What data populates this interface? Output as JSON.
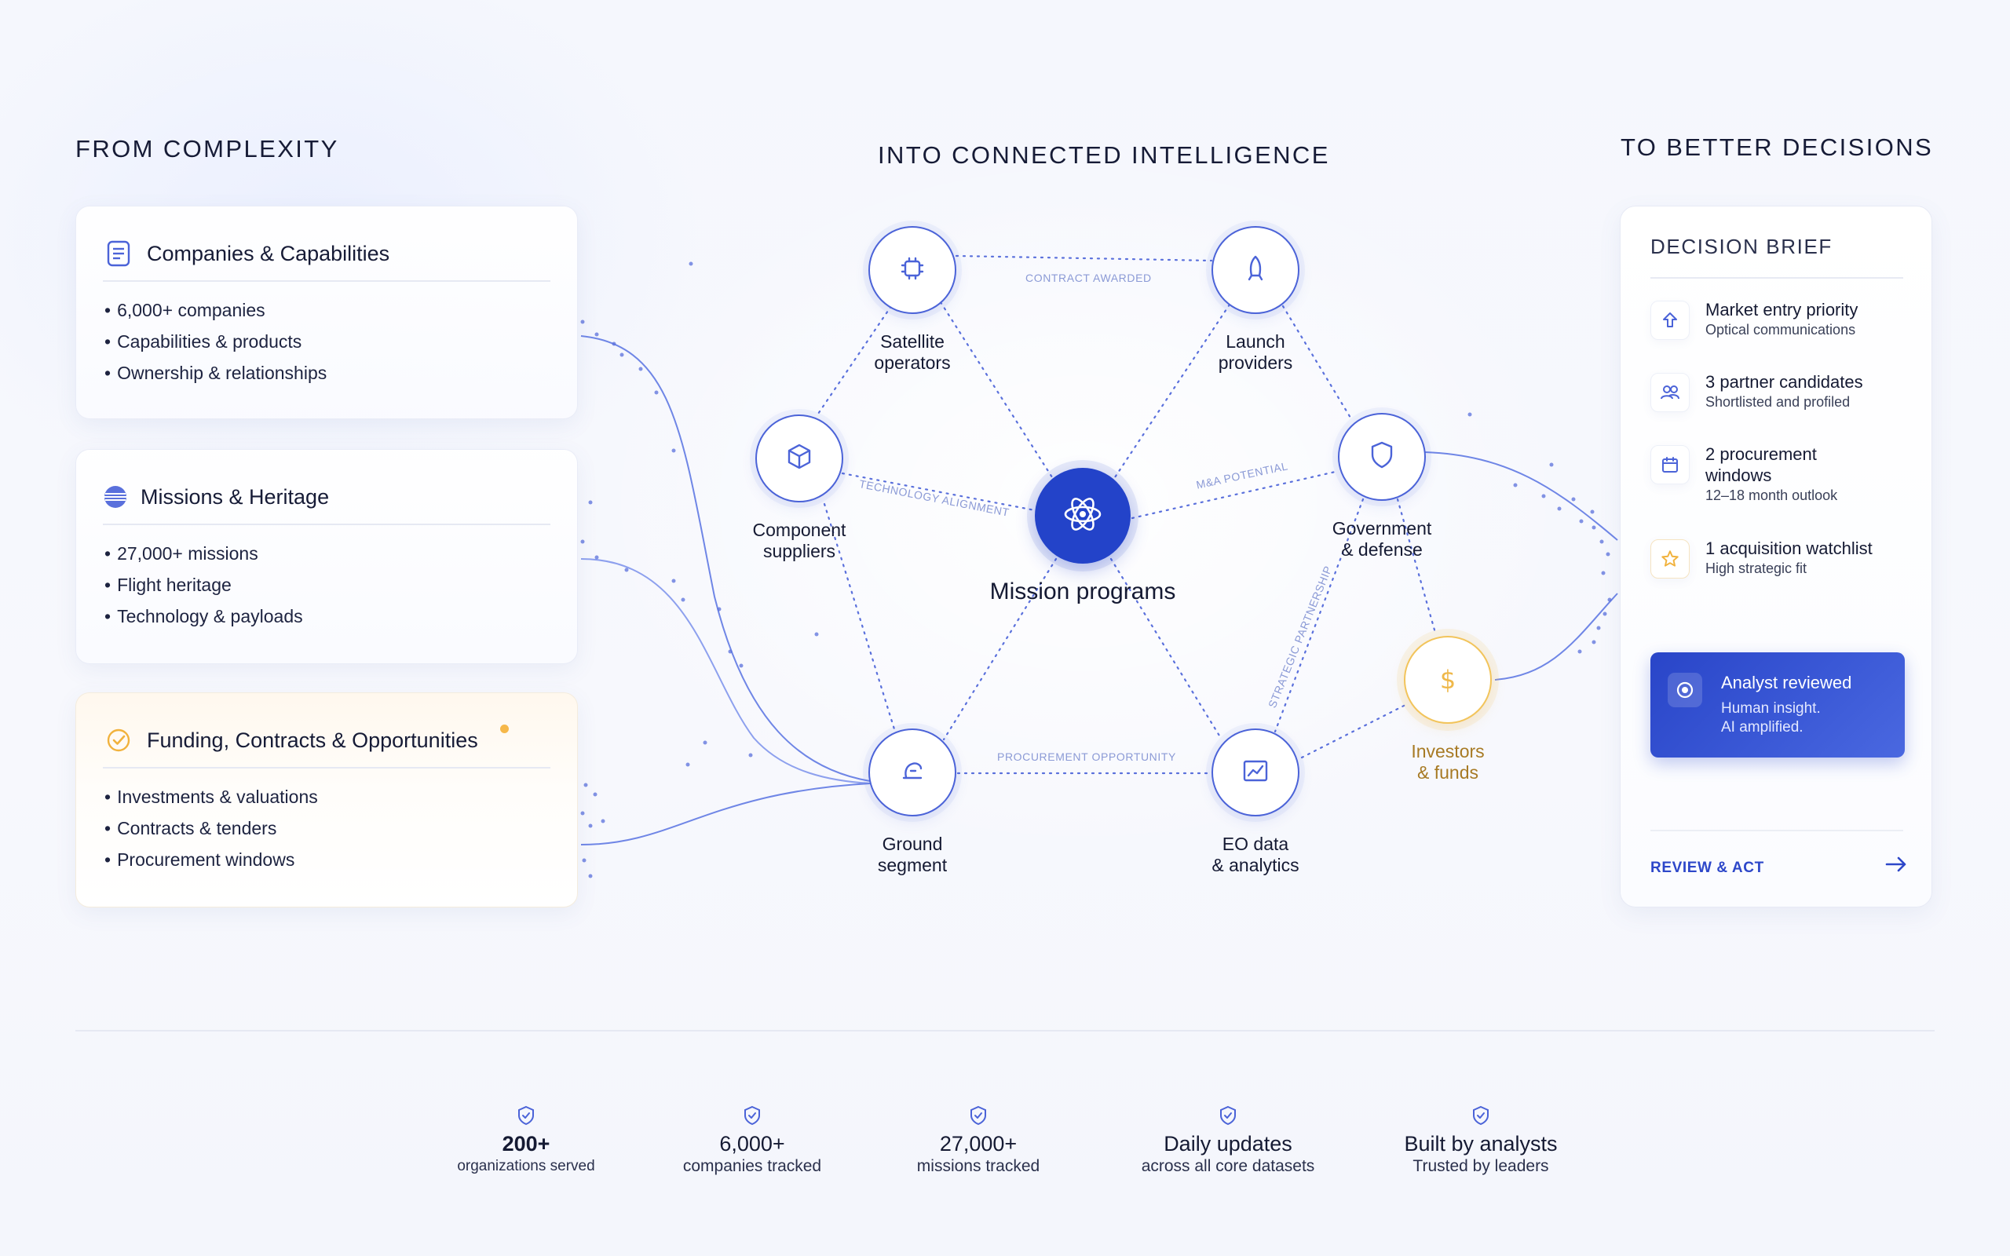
{
  "headings": {
    "left": "FROM COMPLEXITY",
    "center": "INTO CONNECTED INTELLIGENCE",
    "right": "TO BETTER DECISIONS"
  },
  "sources": [
    {
      "title": "Companies & Capabilities",
      "icon": "document-list-icon",
      "bullets": [
        "6,000+ companies",
        "Capabilities & products",
        "Ownership & relationships"
      ]
    },
    {
      "title": "Missions & Heritage",
      "icon": "globe-icon",
      "bullets": [
        "27,000+ missions",
        "Flight heritage",
        "Technology & payloads"
      ]
    },
    {
      "title": "Funding, Contracts & Opportunities",
      "icon": "check-circle-icon",
      "bullets": [
        "Investments & valuations",
        "Contracts & tenders",
        "Procurement windows"
      ]
    }
  ],
  "graph": {
    "center": {
      "label": "Mission programs",
      "icon": "atom-icon"
    },
    "nodes": {
      "satellite": {
        "label1": "Satellite",
        "label2": "operators",
        "icon": "chip-icon"
      },
      "launch": {
        "label1": "Launch",
        "label2": "providers",
        "icon": "rocket-icon"
      },
      "component": {
        "label1": "Component",
        "label2": "suppliers",
        "icon": "cube-icon"
      },
      "government": {
        "label1": "Government",
        "label2": "& defense",
        "icon": "shield-icon"
      },
      "ground": {
        "label1": "Ground",
        "label2": "segment",
        "icon": "satellite-dish-icon"
      },
      "eo": {
        "label1": "EO data",
        "label2": "& analytics",
        "icon": "line-chart-icon"
      },
      "investors": {
        "label1": "Investors",
        "label2": "& funds",
        "icon": "dollar-icon"
      }
    },
    "edge_labels": {
      "contract": "CONTRACT AWARDED",
      "technology": "TECHNOLOGY ALIGNMENT",
      "ma": "M&A POTENTIAL",
      "strategic": "STRATEGIC PARTNERSHIP",
      "procurement": "PROCUREMENT OPPORTUNITY"
    }
  },
  "brief": {
    "title": "DECISION BRIEF",
    "items": [
      {
        "main": "Market entry priority",
        "sub": "Optical communications",
        "icon": "arrow-up-icon"
      },
      {
        "main": "3 partner candidates",
        "sub": "Shortlisted and profiled",
        "icon": "users-icon"
      },
      {
        "main": "2 procurement windows",
        "sub": "12–18 month outlook",
        "icon": "calendar-icon"
      },
      {
        "main": "1 acquisition watchlist",
        "sub": "High strategic fit",
        "icon": "star-icon"
      }
    ],
    "analyst": {
      "title": "Analyst reviewed",
      "line1": "Human insight.",
      "line2": "AI amplified."
    },
    "action": "REVIEW & ACT"
  },
  "stats": [
    {
      "value": "200+",
      "label": "organizations served"
    },
    {
      "value": "6,000+",
      "label": "companies tracked"
    },
    {
      "value": "27,000+",
      "label": "missions tracked"
    },
    {
      "value": "Daily updates",
      "label": "across all core datasets"
    },
    {
      "value": "Built by analysts",
      "label": "Trusted by leaders"
    }
  ],
  "colors": {
    "accent": "#2343c9",
    "line": "#4b63d8",
    "gold": "#f2c45b",
    "orange_dot": "#f6b84a"
  }
}
